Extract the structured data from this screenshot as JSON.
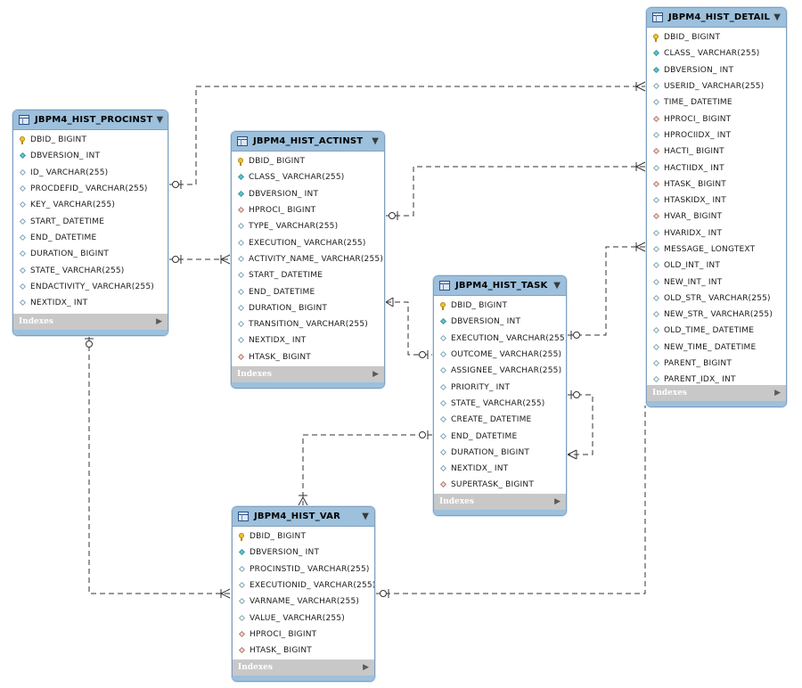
{
  "entities": {
    "procinst": {
      "title": "JBPM4_HIST_PROCINST",
      "indexes_label": "Indexes",
      "columns": [
        {
          "name": "DBID_ BIGINT",
          "icon": "primary-key-icon"
        },
        {
          "name": "DBVERSION_ INT",
          "icon": "not-null-column-icon"
        },
        {
          "name": "ID_ VARCHAR(255)",
          "icon": "nullable-column-icon"
        },
        {
          "name": "PROCDEFID_ VARCHAR(255)",
          "icon": "nullable-column-icon"
        },
        {
          "name": "KEY_ VARCHAR(255)",
          "icon": "nullable-column-icon"
        },
        {
          "name": "START_ DATETIME",
          "icon": "nullable-column-icon"
        },
        {
          "name": "END_ DATETIME",
          "icon": "nullable-column-icon"
        },
        {
          "name": "DURATION_ BIGINT",
          "icon": "nullable-column-icon"
        },
        {
          "name": "STATE_ VARCHAR(255)",
          "icon": "nullable-column-icon"
        },
        {
          "name": "ENDACTIVITY_ VARCHAR(255)",
          "icon": "nullable-column-icon"
        },
        {
          "name": "NEXTIDX_ INT",
          "icon": "nullable-column-icon"
        }
      ]
    },
    "actinst": {
      "title": "JBPM4_HIST_ACTINST",
      "indexes_label": "Indexes",
      "columns": [
        {
          "name": "DBID_ BIGINT",
          "icon": "primary-key-icon"
        },
        {
          "name": "CLASS_ VARCHAR(255)",
          "icon": "not-null-column-icon"
        },
        {
          "name": "DBVERSION_ INT",
          "icon": "not-null-column-icon"
        },
        {
          "name": "HPROCI_ BIGINT",
          "icon": "foreign-key-icon"
        },
        {
          "name": "TYPE_ VARCHAR(255)",
          "icon": "nullable-column-icon"
        },
        {
          "name": "EXECUTION_ VARCHAR(255)",
          "icon": "nullable-column-icon"
        },
        {
          "name": "ACTIVITY_NAME_ VARCHAR(255)",
          "icon": "nullable-column-icon"
        },
        {
          "name": "START_ DATETIME",
          "icon": "nullable-column-icon"
        },
        {
          "name": "END_ DATETIME",
          "icon": "nullable-column-icon"
        },
        {
          "name": "DURATION_ BIGINT",
          "icon": "nullable-column-icon"
        },
        {
          "name": "TRANSITION_ VARCHAR(255)",
          "icon": "nullable-column-icon"
        },
        {
          "name": "NEXTIDX_ INT",
          "icon": "nullable-column-icon"
        },
        {
          "name": "HTASK_ BIGINT",
          "icon": "foreign-key-icon"
        }
      ]
    },
    "task": {
      "title": "JBPM4_HIST_TASK",
      "indexes_label": "Indexes",
      "columns": [
        {
          "name": "DBID_ BIGINT",
          "icon": "primary-key-icon"
        },
        {
          "name": "DBVERSION_ INT",
          "icon": "not-null-column-icon"
        },
        {
          "name": "EXECUTION_ VARCHAR(255)",
          "icon": "nullable-column-icon"
        },
        {
          "name": "OUTCOME_ VARCHAR(255)",
          "icon": "nullable-column-icon"
        },
        {
          "name": "ASSIGNEE_ VARCHAR(255)",
          "icon": "nullable-column-icon"
        },
        {
          "name": "PRIORITY_ INT",
          "icon": "nullable-column-icon"
        },
        {
          "name": "STATE_ VARCHAR(255)",
          "icon": "nullable-column-icon"
        },
        {
          "name": "CREATE_ DATETIME",
          "icon": "nullable-column-icon"
        },
        {
          "name": "END_ DATETIME",
          "icon": "nullable-column-icon"
        },
        {
          "name": "DURATION_ BIGINT",
          "icon": "nullable-column-icon"
        },
        {
          "name": "NEXTIDX_ INT",
          "icon": "nullable-column-icon"
        },
        {
          "name": "SUPERTASK_ BIGINT",
          "icon": "foreign-key-icon"
        }
      ]
    },
    "var": {
      "title": "JBPM4_HIST_VAR",
      "indexes_label": "Indexes",
      "columns": [
        {
          "name": "DBID_ BIGINT",
          "icon": "primary-key-icon"
        },
        {
          "name": "DBVERSION_ INT",
          "icon": "not-null-column-icon"
        },
        {
          "name": "PROCINSTID_ VARCHAR(255)",
          "icon": "nullable-column-icon"
        },
        {
          "name": "EXECUTIONID_ VARCHAR(255)",
          "icon": "nullable-column-icon"
        },
        {
          "name": "VARNAME_ VARCHAR(255)",
          "icon": "nullable-column-icon"
        },
        {
          "name": "VALUE_ VARCHAR(255)",
          "icon": "nullable-column-icon"
        },
        {
          "name": "HPROCI_ BIGINT",
          "icon": "foreign-key-icon"
        },
        {
          "name": "HTASK_ BIGINT",
          "icon": "foreign-key-icon"
        }
      ]
    },
    "detail": {
      "title": "JBPM4_HIST_DETAIL",
      "indexes_label": "Indexes",
      "columns": [
        {
          "name": "DBID_ BIGINT",
          "icon": "primary-key-icon"
        },
        {
          "name": "CLASS_ VARCHAR(255)",
          "icon": "not-null-column-icon"
        },
        {
          "name": "DBVERSION_ INT",
          "icon": "not-null-column-icon"
        },
        {
          "name": "USERID_ VARCHAR(255)",
          "icon": "nullable-column-icon"
        },
        {
          "name": "TIME_ DATETIME",
          "icon": "nullable-column-icon"
        },
        {
          "name": "HPROCI_ BIGINT",
          "icon": "foreign-key-icon"
        },
        {
          "name": "HPROCIIDX_ INT",
          "icon": "nullable-column-icon"
        },
        {
          "name": "HACTI_ BIGINT",
          "icon": "foreign-key-icon"
        },
        {
          "name": "HACTIIDX_ INT",
          "icon": "nullable-column-icon"
        },
        {
          "name": "HTASK_ BIGINT",
          "icon": "foreign-key-icon"
        },
        {
          "name": "HTASKIDX_ INT",
          "icon": "nullable-column-icon"
        },
        {
          "name": "HVAR_ BIGINT",
          "icon": "foreign-key-icon"
        },
        {
          "name": "HVARIDX_ INT",
          "icon": "nullable-column-icon"
        },
        {
          "name": "MESSAGE_ LONGTEXT",
          "icon": "nullable-column-icon"
        },
        {
          "name": "OLD_INT_ INT",
          "icon": "nullable-column-icon"
        },
        {
          "name": "NEW_INT_ INT",
          "icon": "nullable-column-icon"
        },
        {
          "name": "OLD_STR_ VARCHAR(255)",
          "icon": "nullable-column-icon"
        },
        {
          "name": "NEW_STR_ VARCHAR(255)",
          "icon": "nullable-column-icon"
        },
        {
          "name": "OLD_TIME_ DATETIME",
          "icon": "nullable-column-icon"
        },
        {
          "name": "NEW_TIME_ DATETIME",
          "icon": "nullable-column-icon"
        },
        {
          "name": "PARENT_ BIGINT",
          "icon": "nullable-column-icon"
        },
        {
          "name": "PARENT_IDX_ INT",
          "icon": "nullable-column-icon"
        }
      ]
    }
  },
  "colors": {
    "header": "#9dc0dc",
    "border": "#7f9fbf",
    "indexes_bar": "#c8c8c8",
    "relationship_line": "#333333"
  }
}
